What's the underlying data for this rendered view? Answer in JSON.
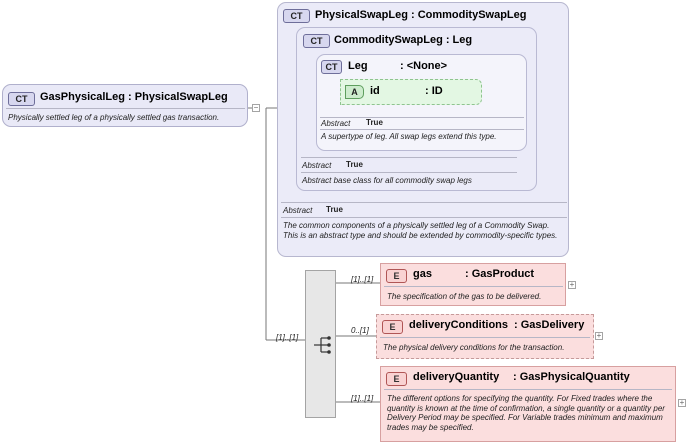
{
  "left": {
    "badge": "CT",
    "title": "GasPhysicalLeg : PhysicalSwapLeg",
    "description": "Physically settled leg of a physically settled gas transaction."
  },
  "outer": {
    "badge": "CT",
    "title": "PhysicalSwapLeg : CommoditySwapLeg",
    "abstract_label": "Abstract",
    "abstract_value": "True",
    "description": "The common components of a physically settled leg of a Commodity Swap. This is an abstract type and should be extended by commodity-specific types."
  },
  "mid": {
    "badge": "CT",
    "title": "CommoditySwapLeg : Leg",
    "abstract_label": "Abstract",
    "abstract_value": "True",
    "description": "Abstract base class for all commodity swap legs"
  },
  "inner": {
    "badge": "CT",
    "title_name": "Leg",
    "title_type": ": <None>",
    "abstract_label": "Abstract",
    "abstract_value": "True",
    "description": "A supertype of leg. All swap legs extend this type.",
    "attribute": {
      "badge": "A",
      "name": "id",
      "type": ": ID"
    }
  },
  "sequence_cardinality": "[1]..[1]",
  "elements": [
    {
      "badge": "E",
      "name": "gas",
      "type": ": GasProduct",
      "cardinality": "[1]..[1]",
      "description": "The specification of the gas to be delivered."
    },
    {
      "badge": "E",
      "name": "deliveryConditions",
      "type": ": GasDelivery",
      "cardinality": "0..[1]",
      "description": "The physical delivery conditions for the transaction."
    },
    {
      "badge": "E",
      "name": "deliveryQuantity",
      "type": ": GasPhysicalQuantity",
      "cardinality": "[1]..[1]",
      "description": "The different options for specifying the quantity. For Fixed trades where the quantity is known at the time of confirmation, a single quantity or a quantity per Delivery Period may be specified. For Variable trades minimum and maximum trades may be specified."
    }
  ],
  "expand_symbol": "+",
  "collapse_symbol": "−"
}
